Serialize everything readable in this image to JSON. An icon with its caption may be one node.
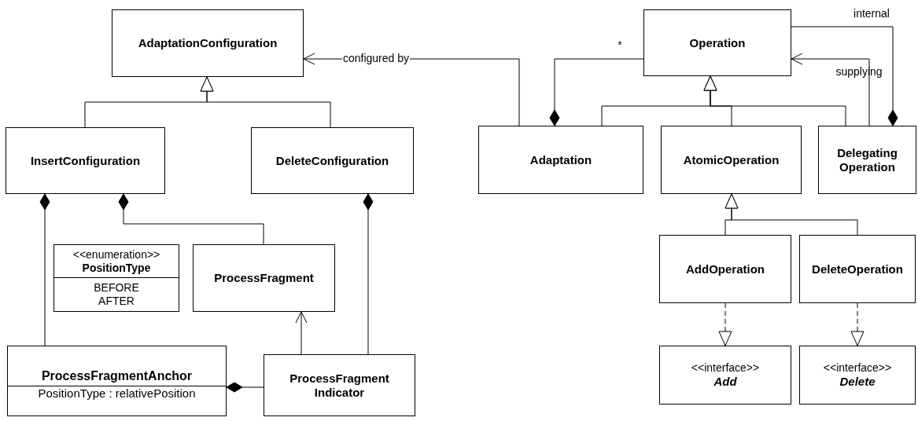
{
  "diagram": {
    "nodes": [
      {
        "text": [
          "AdaptationConfiguration"
        ]
      },
      {
        "text": [
          "InsertConfiguration"
        ]
      },
      {
        "text": [
          "DeleteConfiguration"
        ]
      },
      {
        "text": [
          "<<enumeration>>",
          "PositionType",
          "BEFORE",
          "AFTER"
        ]
      },
      {
        "text": [
          "ProcessFragment"
        ]
      },
      {
        "text": [
          "ProcessFragmentAnchor",
          "PositionType : relativePosition"
        ]
      },
      {
        "text": [
          "ProcessFragment Indicator"
        ]
      },
      {
        "text": [
          "Operation"
        ]
      },
      {
        "text": [
          "Adaptation"
        ]
      },
      {
        "text": [
          "AtomicOperation"
        ]
      },
      {
        "text": [
          "Delegating Operation"
        ]
      },
      {
        "text": [
          "AddOperation"
        ]
      },
      {
        "text": [
          "DeleteOperation"
        ]
      },
      {
        "text": [
          "<<interface>>",
          "Add"
        ]
      },
      {
        "text": [
          "<<interface>>",
          "Delete"
        ]
      }
    ],
    "edges": [
      {
        "from": 1,
        "to": 0,
        "arrow": "to"
      },
      {
        "from": 2,
        "to": 0,
        "arrow": "to"
      },
      {
        "from": 8,
        "to": 0,
        "arrow": "to",
        "label": "configured by"
      },
      {
        "from": 8,
        "to": 7,
        "arrow": "other",
        "label": "*"
      },
      {
        "from": 8,
        "to": 7,
        "arrow": "to"
      },
      {
        "from": 9,
        "to": 7,
        "arrow": "to"
      },
      {
        "from": 10,
        "to": 7,
        "arrow": "to"
      },
      {
        "from": 10,
        "to": 7,
        "arrow": "to",
        "label": "supplying"
      },
      {
        "from": 10,
        "to": 7,
        "arrow": "other",
        "label": "internal"
      },
      {
        "from": 11,
        "to": 9,
        "arrow": "to"
      },
      {
        "from": 12,
        "to": 9,
        "arrow": "to"
      },
      {
        "from": 11,
        "to": 13,
        "arrow": "to",
        "style": "dashed"
      },
      {
        "from": 12,
        "to": 14,
        "arrow": "to",
        "style": "dashed"
      },
      {
        "from": 1,
        "to": 5,
        "arrow": "other"
      },
      {
        "from": 1,
        "to": 4,
        "arrow": "other"
      },
      {
        "from": 2,
        "to": 6,
        "arrow": "other"
      },
      {
        "from": 6,
        "to": 4,
        "arrow": "to"
      },
      {
        "from": 5,
        "to": 6,
        "arrow": "other"
      }
    ]
  }
}
